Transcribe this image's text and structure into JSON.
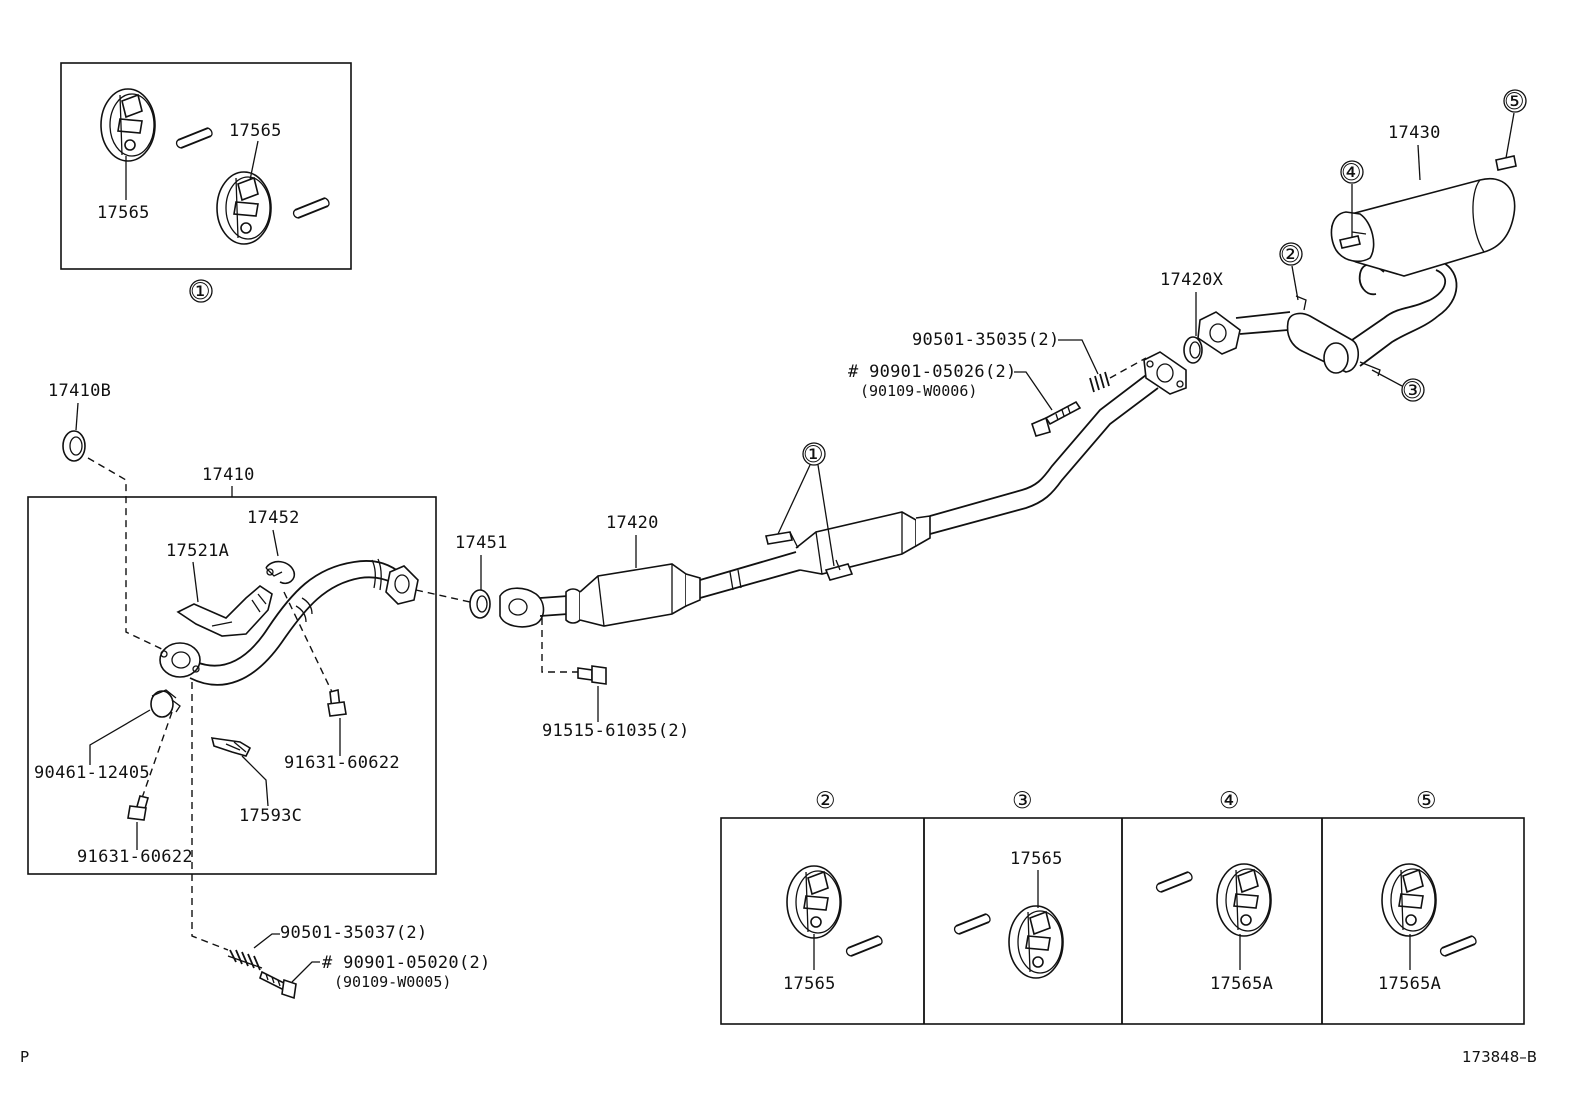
{
  "style": {
    "line_color": "#111111",
    "background": "#ffffff"
  },
  "inset_1": {
    "label_upper": "17565",
    "label_lower": "17565",
    "callout": "①"
  },
  "front_section": {
    "gasket_label": "17410B",
    "box_label": "17410",
    "clamp_label": "17452",
    "heat_shield_label": "17521A",
    "nut_label": "90461-12405",
    "bolt_label_right": "91631-60622",
    "bolt_label_left": "91631-60622",
    "shield_label": "17593C",
    "spring_label": "90501-35037(2)",
    "bolt_label_bottom": "# 90901-05020(2)",
    "bolt_alt_bottom": "(90109-W0005)"
  },
  "center_section": {
    "gasket_label": "17451",
    "pipe_label": "17420",
    "bolt_label": "91515-61035(2)",
    "hanger_callout": "①"
  },
  "rear_section": {
    "spring_label": "90501-35035(2)",
    "bolt_label": "# 90901-05026(2)",
    "bolt_alt": "(90109-W0006)",
    "gasket_label": "17420X",
    "muffler_label": "17430",
    "callout_2": "②",
    "callout_3": "③",
    "callout_4": "④",
    "callout_5": "⑤"
  },
  "hanger_panel": {
    "cells": [
      {
        "callout": "②",
        "label": "17565"
      },
      {
        "callout": "③",
        "label": "17565"
      },
      {
        "callout": "④",
        "label": "17565A"
      },
      {
        "callout": "⑤",
        "label": "17565A"
      }
    ]
  },
  "footer": {
    "left_mark": "P",
    "diagram_id": "173848–B"
  }
}
